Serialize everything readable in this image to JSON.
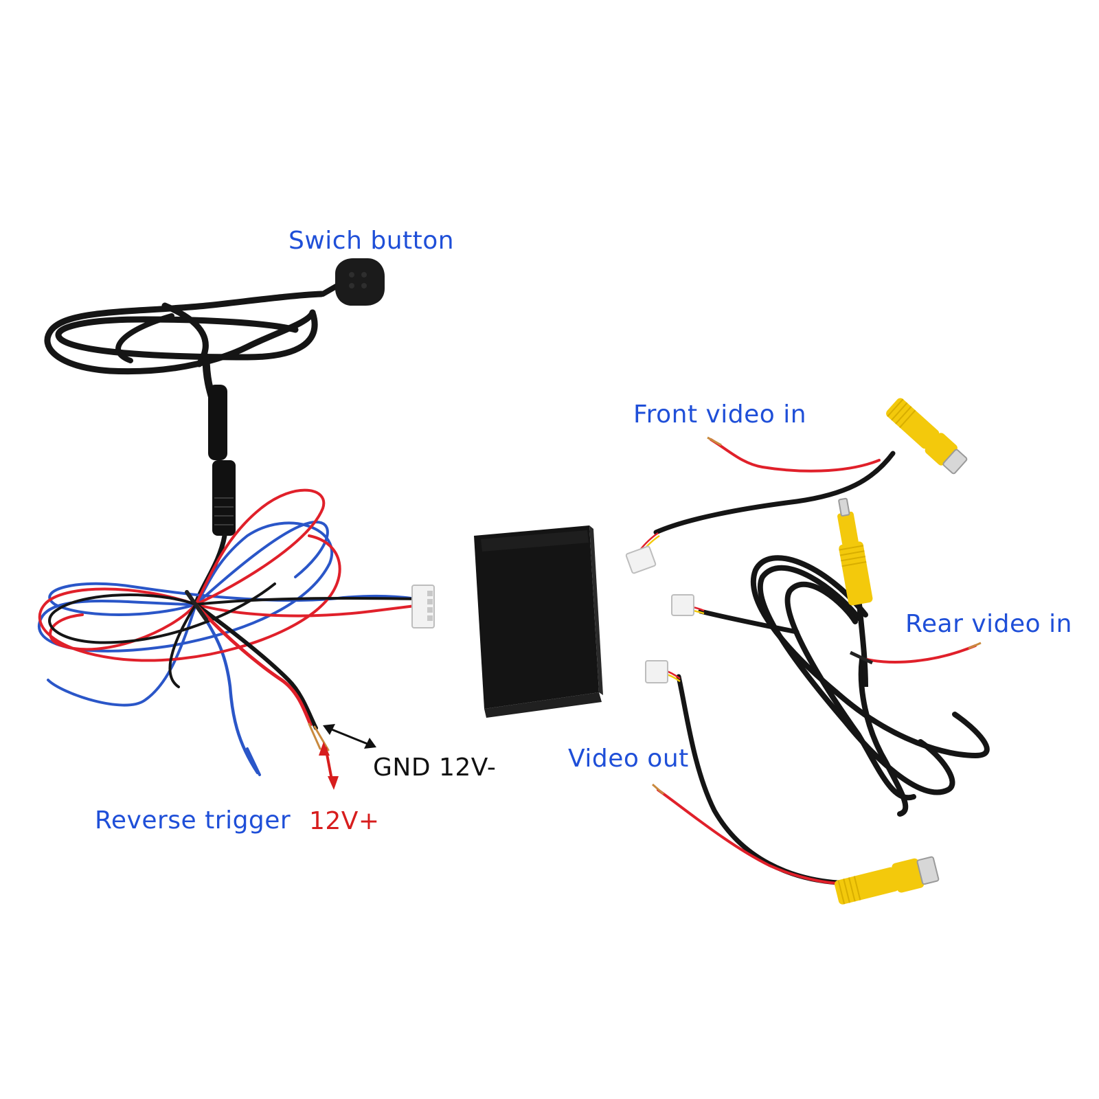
{
  "labels": {
    "switch_button": "Swich button",
    "front_video_in": "Front video in",
    "rear_video_in": "Rear video in",
    "video_out": "Video out",
    "reverse_trigger": "Reverse trigger",
    "power_positive": "12V+",
    "ground": "GND 12V-"
  },
  "colors": {
    "background": "#ffffff",
    "label_blue": "#1f4fd8",
    "label_red": "#d71d1d",
    "label_black": "#111111",
    "wire_red": "#e0202a",
    "wire_blue": "#2a56c8",
    "cable_black": "#151515",
    "rca_yellow": "#f3c90c",
    "connector_white": "#f2f2f2"
  },
  "objects": [
    "switch-button",
    "power-harness",
    "control-box",
    "front-video-cable",
    "rear-video-cable",
    "video-out-cable"
  ]
}
